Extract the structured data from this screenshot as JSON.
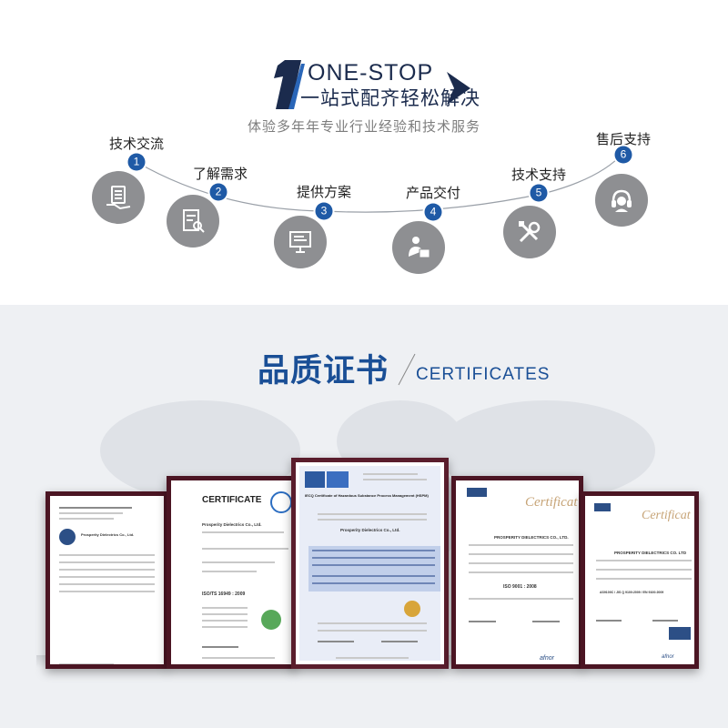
{
  "one_stop": {
    "number": "1",
    "title_en": "ONE-STOP",
    "title_cn": "一站式配齐轻松解决",
    "subtitle": "体验多年年专业行业经验和技术服务"
  },
  "steps": [
    {
      "num": "1",
      "label": "技术交流",
      "icon": "computer-hand-icon"
    },
    {
      "num": "2",
      "label": "了解需求",
      "icon": "document-search-icon"
    },
    {
      "num": "3",
      "label": "提供方案",
      "icon": "presentation-board-icon"
    },
    {
      "num": "4",
      "label": "产品交付",
      "icon": "delivery-person-icon"
    },
    {
      "num": "5",
      "label": "技术支持",
      "icon": "tools-icon"
    },
    {
      "num": "6",
      "label": "售后支持",
      "icon": "headset-support-icon"
    }
  ],
  "certificates_section": {
    "title_cn": "品质证书",
    "title_en": "CERTIFICATES"
  },
  "certificates": [
    {
      "heading": "",
      "company": "Prosperity Dielectrics Co., Ltd.",
      "standard": ""
    },
    {
      "heading": "CERTIFICATE",
      "company": "Prosperity Dielectrics Co., Ltd.",
      "standard": "ISO/TS 16949 : 2009"
    },
    {
      "heading": "IECQ Certificate of Hazardous Substance Process Management (HSPM)",
      "company": "Prosperity Dielectrics Co., Ltd.",
      "standard": ""
    },
    {
      "heading": "Certificat",
      "company": "PROSPERITY DIELECTRICS CO., LTD.",
      "standard": "ISO 9001 : 2008"
    },
    {
      "heading": "Certificat",
      "company": "PROSPERITY DIELECTRICS CO. LTD",
      "standard": "AS9100C / JIS Q 9100:2009 / EN 9100:2009"
    }
  ],
  "colors": {
    "accent": "#1f5aa6",
    "icon_gray": "#8e8f92",
    "frame": "#4b1523"
  }
}
